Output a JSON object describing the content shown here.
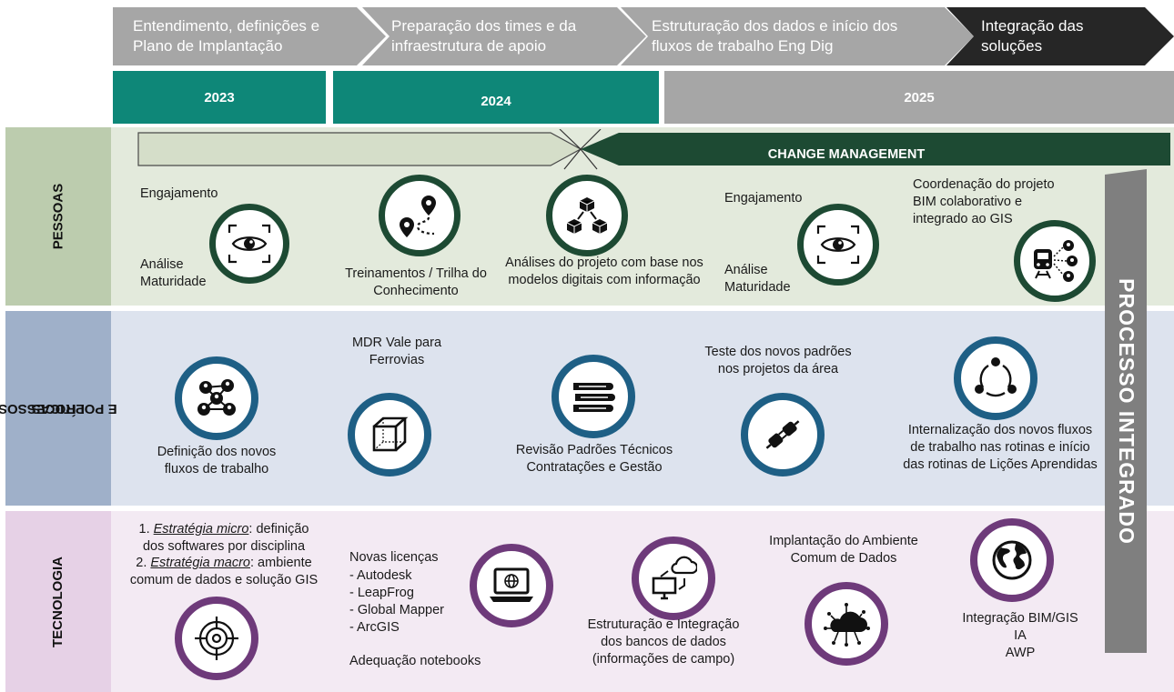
{
  "colors": {
    "teal": "#0e8778",
    "gray": "#a6a6a6",
    "dark": "#262626",
    "green_dark": "#1d4a33",
    "blue_ring": "#1e5f85",
    "purple_ring": "#6e3a7a",
    "people_bg": "#e3eadc",
    "process_bg": "#dde3ee",
    "tech_bg": "#f3eaf3"
  },
  "phases": [
    {
      "line1": "Entendimento, definições e",
      "line2": "Plano de Implantação"
    },
    {
      "line1": "Preparação dos times e da",
      "line2": "infraestrutura de apoio"
    },
    {
      "line1": "Estruturação dos dados e início dos",
      "line2": "fluxos de trabalho Eng Dig"
    },
    {
      "line1": "Integração das",
      "line2": "soluções"
    }
  ],
  "years": [
    "2023",
    "2024",
    "2025"
  ],
  "bands": {
    "people": "PESSOAS",
    "process_1": "PROCESSOS",
    "process_2": "E POLÍTICAS",
    "tech": "TECNOLOGIA"
  },
  "change_management": "CHANGE MANAGEMENT",
  "processo_integrado": "PROCESSO   INTEGRADO",
  "people": {
    "engaj1": "Engajamento",
    "analise1_1": "Análise",
    "analise1_2": "Maturidade",
    "trein_1": "Treinamentos / Trilha do",
    "trein_2": "Conhecimento",
    "analises_1": "Análises do projeto com base nos",
    "analises_2": "modelos digitais com informação",
    "engaj2": "Engajamento",
    "analise2_1": "Análise",
    "analise2_2": "Maturidade",
    "coord_1": "Coordenação do projeto",
    "coord_2": "BIM colaborativo e",
    "coord_3": "integrado ao GIS"
  },
  "process": {
    "def_1": "Definição dos novos",
    "def_2": "fluxos de trabalho",
    "mdr_1": "MDR Vale para",
    "mdr_2": "Ferrovias",
    "rev_1": "Revisão Padrões Técnicos",
    "rev_2": "Contratações e Gestão",
    "teste_1": "Teste dos novos padrões",
    "teste_2": "nos projetos da área",
    "intern_1": "Internalização dos novos fluxos",
    "intern_2": "de trabalho nas rotinas e início",
    "intern_3": "das rotinas de Lições Aprendidas"
  },
  "tech": {
    "e1_num": "1. ",
    "e1_em": "Estratégia micro",
    "e1_rest": ": definição",
    "e1_line2": "dos softwares por disciplina",
    "e2_num": "2. ",
    "e2_em": "Estratégia macro",
    "e2_rest": ": ambiente",
    "e2_line2": "comum de dados e solução GIS",
    "licencas_title": "Novas licenças",
    "licencas": [
      "- Autodesk",
      "- LeapFrog",
      "- Global Mapper",
      "- ArcGIS"
    ],
    "notebooks": "Adequação notebooks",
    "estr_1": "Estruturação e Integração",
    "estr_2": "dos bancos de dados",
    "estr_3": "(informações de campo)",
    "impl_1": "Implantação do Ambiente",
    "impl_2": "Comum de Dados",
    "integ_1": "Integração BIM/GIS",
    "integ_2": "IA",
    "integ_3": "AWP"
  },
  "icons": [
    "eye-scan-icon",
    "route-map-icon",
    "network-cubes-icon",
    "eye-scan-icon",
    "train-network-icon",
    "people-network-icon",
    "cube-icon",
    "books-icon",
    "plug-icon",
    "cycle-icon",
    "target-icon",
    "laptop-web-icon",
    "cloud-computer-icon",
    "cloud-circuit-icon",
    "globe-icon"
  ]
}
